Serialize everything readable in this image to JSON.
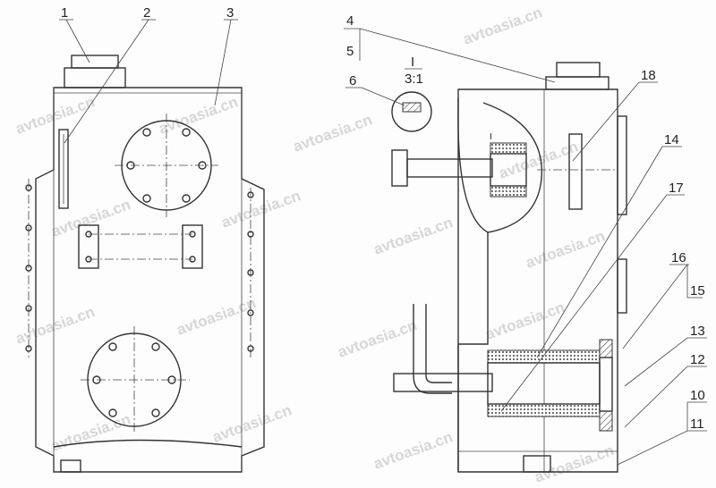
{
  "title": "Hydraulic tank assembly drawing",
  "watermark": "avtoasia.cn",
  "callouts": {
    "c1": "1",
    "c2": "2",
    "c3": "3",
    "c4": "4",
    "c5": "5",
    "c6": "6",
    "detail_mark": "I",
    "detail_scale": "3:1",
    "detail_ref": "I",
    "c18": "18",
    "c14": "14",
    "c17": "17",
    "c16": "16",
    "c15": "15",
    "c13": "13",
    "c12": "12",
    "c10": "10",
    "c11": "11"
  }
}
